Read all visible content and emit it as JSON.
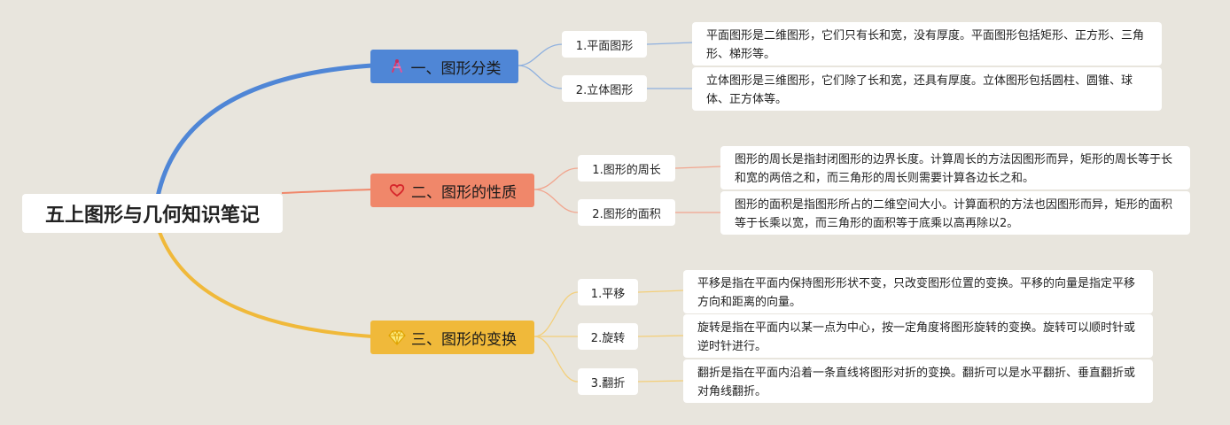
{
  "title": "五上图形与几何知识笔记",
  "colors": {
    "background": "#e8e5dd",
    "branch1": "#4f86d6",
    "branch2": "#f0876a",
    "branch3": "#f0b93a",
    "branch1_line": "#8eb0df",
    "branch2_line": "#f1a58e",
    "branch3_line": "#f3cf7a"
  },
  "branches": [
    {
      "label": "一、图形分类",
      "icon": "compass-icon",
      "children": [
        {
          "label": "1.平面图形",
          "note": "平面图形是二维图形，它们只有长和宽，没有厚度。平面图形包括矩形、正方形、三角形、梯形等。"
        },
        {
          "label": "2.立体图形",
          "note": "立体图形是三维图形，它们除了长和宽，还具有厚度。立体图形包括圆柱、圆锥、球体、正方体等。"
        }
      ]
    },
    {
      "label": "二、图形的性质",
      "icon": "heart-icon",
      "children": [
        {
          "label": "1.图形的周长",
          "note": "图形的周长是指封闭图形的边界长度。计算周长的方法因图形而异，矩形的周长等于长和宽的两倍之和，而三角形的周长则需要计算各边长之和。"
        },
        {
          "label": "2.图形的面积",
          "note": "图形的面积是指图形所占的二维空间大小。计算面积的方法也因图形而异，矩形的面积等于长乘以宽，而三角形的面积等于底乘以高再除以2。"
        }
      ]
    },
    {
      "label": "三、图形的变换",
      "icon": "diamond-icon",
      "children": [
        {
          "label": "1.平移",
          "note": "平移是指在平面内保持图形形状不变，只改变图形位置的变换。平移的向量是指定平移方向和距离的向量。"
        },
        {
          "label": "2.旋转",
          "note": "旋转是指在平面内以某一点为中心，按一定角度将图形旋转的变换。旋转可以顺时针或逆时针进行。"
        },
        {
          "label": "3.翻折",
          "note": "翻折是指在平面内沿着一条直线将图形对折的变换。翻折可以是水平翻折、垂直翻折或对角线翻折。"
        }
      ]
    }
  ]
}
